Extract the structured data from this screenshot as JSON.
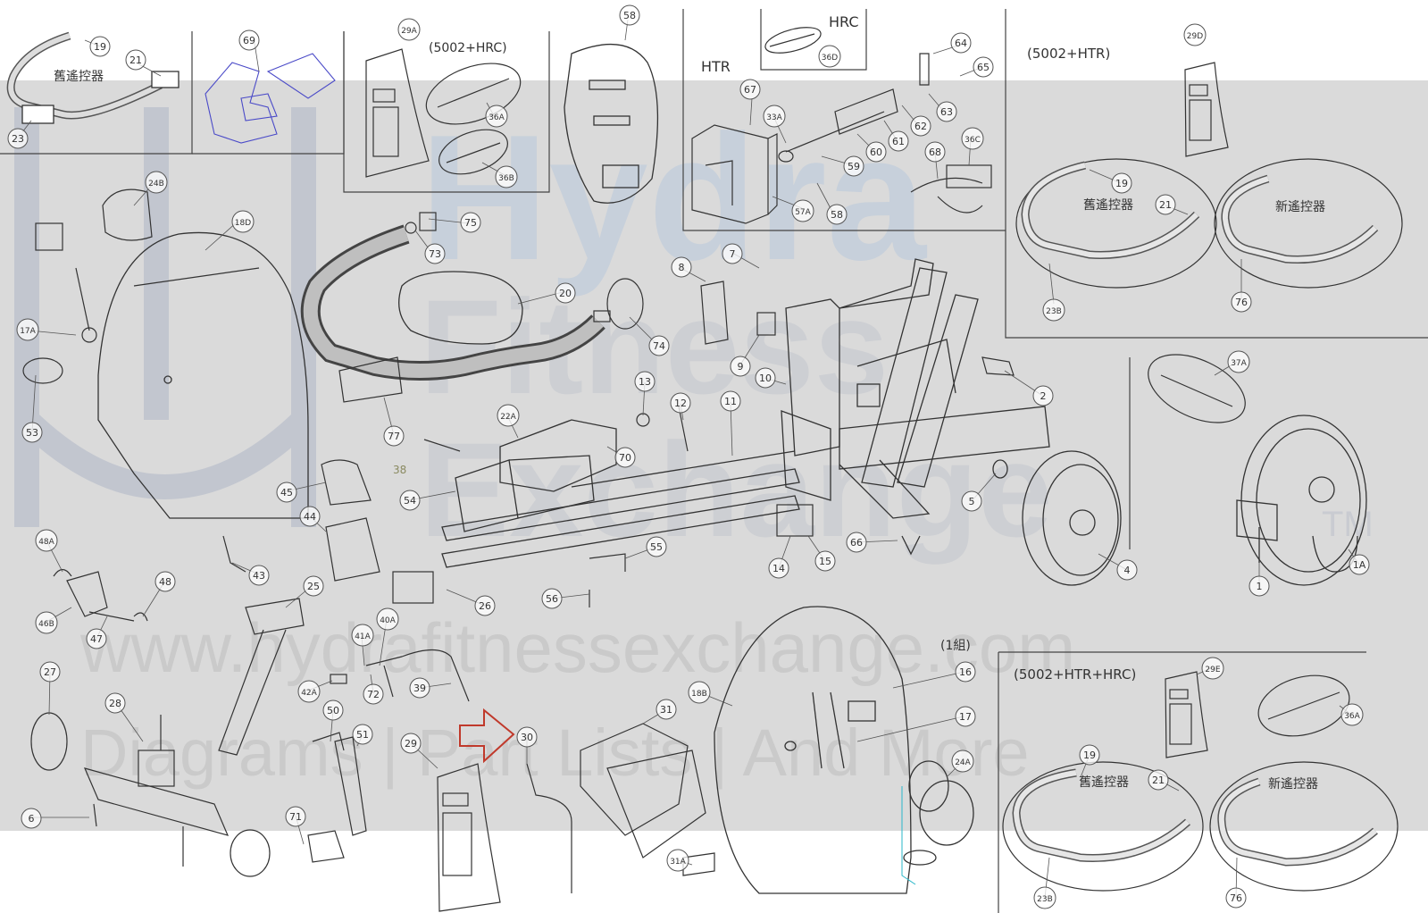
{
  "diagram": {
    "parts": [
      "19",
      "21",
      "23",
      "69",
      "29A",
      "36A",
      "36B",
      "58",
      "67",
      "33A",
      "57A",
      "58",
      "59",
      "60",
      "61",
      "62",
      "63",
      "64",
      "65",
      "36D",
      "36C",
      "68",
      "29D",
      "19",
      "21",
      "23B",
      "76",
      "24B",
      "18D",
      "17A",
      "53",
      "75",
      "73",
      "20",
      "74",
      "77",
      "8",
      "9",
      "7",
      "10",
      "2",
      "37A",
      "13",
      "12",
      "11",
      "22A",
      "70",
      "54",
      "45",
      "44",
      "43",
      "48A",
      "46B",
      "47",
      "48",
      "25",
      "40A",
      "41A",
      "42A",
      "72",
      "39",
      "27",
      "28",
      "6",
      "71",
      "50",
      "51",
      "29",
      "30",
      "31",
      "31A",
      "55",
      "56",
      "26",
      "14",
      "15",
      "66",
      "5",
      "4",
      "1",
      "1A",
      "18B",
      "16",
      "17",
      "24A",
      "29E",
      "36A",
      "19",
      "21",
      "23B",
      "76"
    ],
    "sub_assemblies": {
      "hrc_top": "(5002+HRC)",
      "hrc_small": "HRC",
      "htr": "HTR",
      "htr_right": "(5002+HTR)",
      "htr_hrc": "(5002+HTR+HRC)",
      "set_note": "(1組)"
    },
    "chinese_labels": {
      "old_remote": "舊遙控器",
      "new_remote": "新遙控器"
    },
    "watermark": {
      "brand_line1": "Hydra",
      "brand_line2": "Fitness",
      "brand_line3": "Exchange",
      "url": "www.hydrafitnessexchange.com",
      "tagline": "Diagrams | Part Lists | And More",
      "tm": "TM"
    },
    "stray_label": "38",
    "colors": {
      "line": "#333333",
      "watermark_band": "#d9d9d9",
      "watermark_text": "#c5c8cf",
      "watermark_blue": "#b9c9dc",
      "arrow": "#c0392b",
      "blue_part": "#4a4ac8",
      "cyan_line": "#2ab7c9"
    }
  }
}
